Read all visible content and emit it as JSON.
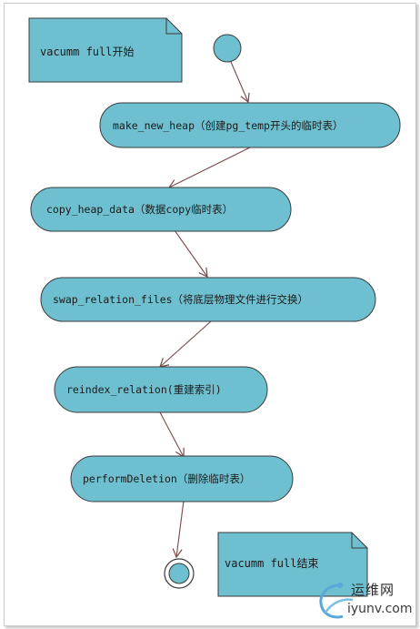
{
  "notes": {
    "start": "vacumm full开始",
    "end": "vacumm full结束"
  },
  "steps": [
    "make_new_heap（创建pg_temp开头的临时表）",
    "copy_heap_data（数据copy临时表）",
    "swap_relation_files（将底层物理文件进行交换）",
    "reindex_relation(重建索引)",
    "performDeletion（删除临时表）"
  ],
  "watermark": {
    "cn": "运维网",
    "en": "iyunv.com"
  },
  "colors": {
    "node_fill": "#6ebfcf",
    "node_stroke": "#3b3b3b",
    "arrow": "#7a4a4a"
  }
}
